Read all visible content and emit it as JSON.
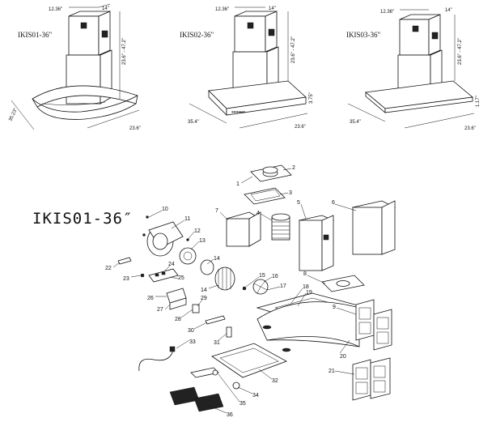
{
  "models": {
    "top1": "IKIS01-36\"",
    "top2": "IKIS02-36\"",
    "top3": "IKIS03-36\"",
    "exploded": "IKIS01-36″"
  },
  "dims": {
    "d1236": "12.36\"",
    "d14": "14\"",
    "range": "23.6\" - 47.2\"",
    "w3523": "35.23\"",
    "d236": "23.6\"",
    "w354": "35.4\"",
    "h375": "3.75\"",
    "h117": "1.17\""
  },
  "parts": [
    "1",
    "2",
    "3",
    "4",
    "5",
    "6",
    "7",
    "8",
    "9",
    "10",
    "11",
    "12",
    "13",
    "14",
    "14",
    "15",
    "16",
    "17",
    "18",
    "19",
    "20",
    "21",
    "22",
    "23",
    "24",
    "25",
    "26",
    "27",
    "28",
    "29",
    "30",
    "31",
    "32",
    "33",
    "34",
    "35",
    "36"
  ]
}
